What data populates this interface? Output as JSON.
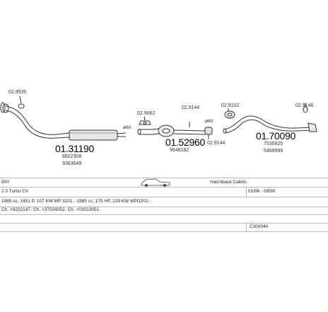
{
  "diagram": {
    "parts": [
      {
        "part_no": "01.31190",
        "ref1": "8822308",
        "ref2": "9363649"
      },
      {
        "part_no": "01.52960",
        "ref1": "9648182"
      },
      {
        "part_no": "01.70090",
        "ref1": "7535825",
        "ref2": "5468999"
      }
    ],
    "accessories": [
      {
        "code": "02.9535"
      },
      {
        "code": "02.9062"
      },
      {
        "code": "02.9144",
        "note": "ø60"
      },
      {
        "code": "02.9102"
      },
      {
        "code": "02.9146"
      },
      {
        "code": "02.9144",
        "note": "ø60"
      }
    ],
    "diameter_labels": [
      "ø60",
      "ø60"
    ]
  },
  "table": {
    "model": "900",
    "body": "Hatchback Cabrio",
    "engine": "2.0 Turbo CV",
    "dates": "01/06 - 09/90",
    "spec": "1985 cc, 1451 P, 107 KW MP 3201 - 1985 cc, 175 HP, 129 KW MPD202-",
    "chassis": "Ch. >9202147- Ch. >37024052- Ch. >03013051",
    "code": "C300040"
  }
}
